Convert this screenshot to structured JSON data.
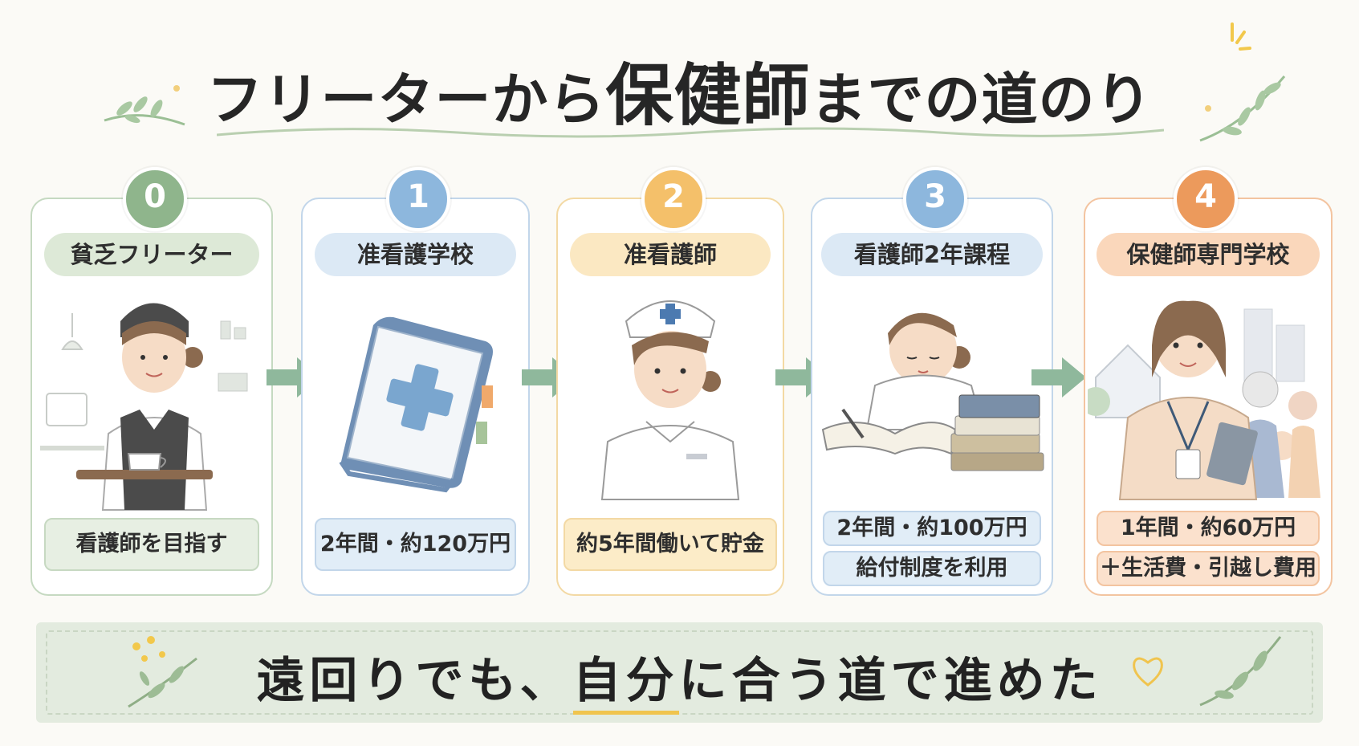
{
  "title": "フリーターから保健師までの道のり",
  "title_parts": {
    "pre": "フリーターから",
    "big": "保健師",
    "post": "までの道のり"
  },
  "colors": {
    "green": "#8fb58c",
    "blue": "#8db7dd",
    "yellow": "#f4c06a",
    "orange": "#ec9a5c",
    "arrow": "#8fb89c"
  },
  "steps": [
    {
      "number": "0",
      "label": "貧乏フリーター",
      "notes": [
        "看護師を目指す"
      ],
      "icon": "waitress-illustration"
    },
    {
      "number": "1",
      "label": "准看護学校",
      "notes": [
        "2年間・約120万円"
      ],
      "icon": "textbook-illustration"
    },
    {
      "number": "2",
      "label": "准看護師",
      "notes": [
        "約5年間働いて貯金"
      ],
      "icon": "nurse-illustration"
    },
    {
      "number": "3",
      "label": "看護師2年課程",
      "notes": [
        "2年間・約100万円",
        "給付制度を利用"
      ],
      "icon": "student-studying-illustration"
    },
    {
      "number": "4",
      "label": "保健師専門学校",
      "notes": [
        "1年間・約60万円",
        "＋生活費・引越し費用"
      ],
      "icon": "public-health-nurse-illustration"
    }
  ],
  "banner": {
    "pre": "遠回りでも、",
    "highlight": "自分",
    "post": "に合う道で進めた"
  }
}
